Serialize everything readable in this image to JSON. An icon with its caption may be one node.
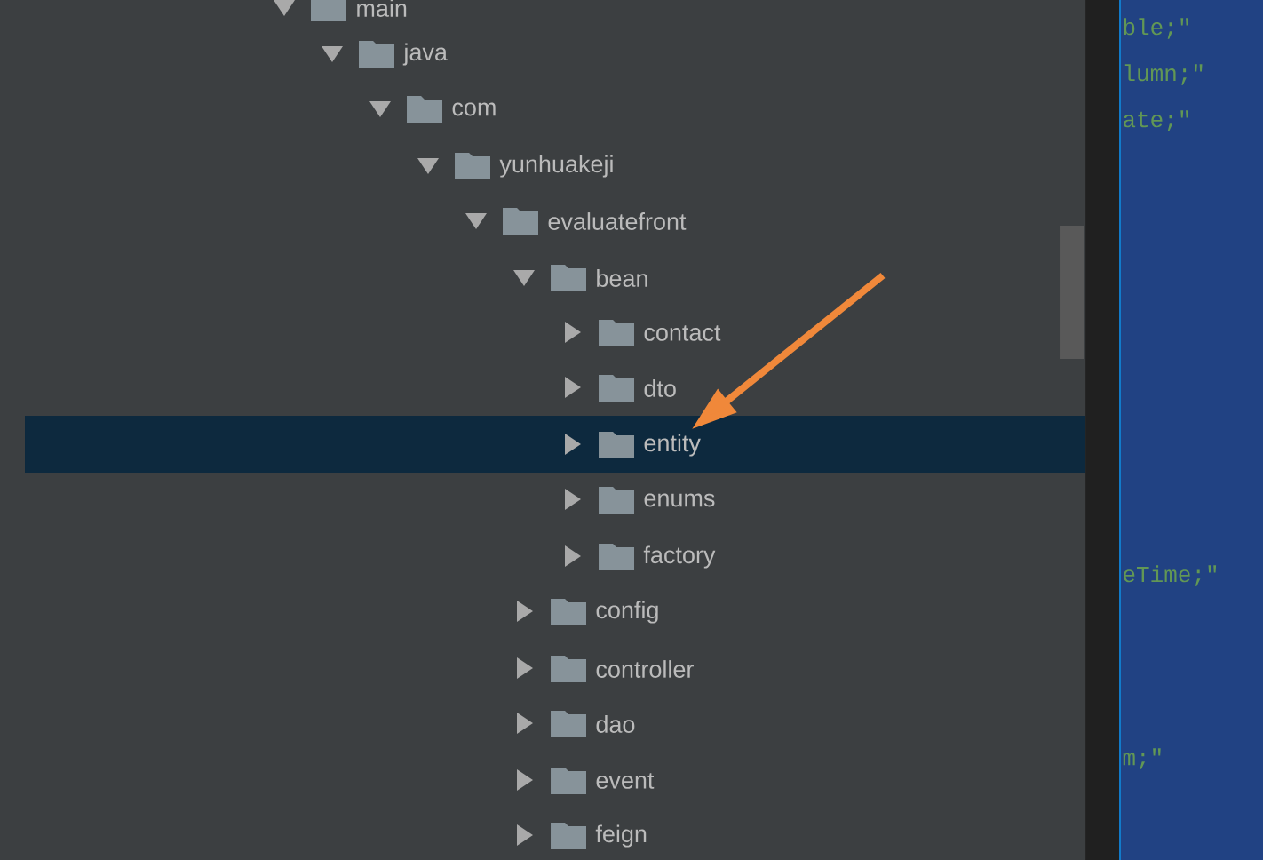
{
  "diagram": {
    "nodes": [
      {
        "text": [
          "main"
        ]
      },
      {
        "text": [
          "java"
        ]
      },
      {
        "text": [
          "com"
        ]
      },
      {
        "text": [
          "yunhuakeji"
        ]
      },
      {
        "text": [
          "evaluatefront"
        ]
      },
      {
        "text": [
          "bean"
        ]
      },
      {
        "text": [
          "contact"
        ]
      },
      {
        "text": [
          "dto"
        ]
      },
      {
        "text": [
          "entity"
        ]
      },
      {
        "text": [
          "enums"
        ]
      },
      {
        "text": [
          "factory"
        ]
      },
      {
        "text": [
          "config"
        ]
      },
      {
        "text": [
          "controller"
        ]
      },
      {
        "text": [
          "dao"
        ]
      },
      {
        "text": [
          "event"
        ]
      },
      {
        "text": [
          "feign"
        ]
      }
    ],
    "edges": [
      {
        "from": null,
        "to": 8,
        "arrow": "to",
        "color": "#f0883a"
      }
    ],
    "labels": [
      "ble;″",
      "lumn;″",
      "ate;″",
      "eTime;″",
      "m;″"
    ]
  }
}
